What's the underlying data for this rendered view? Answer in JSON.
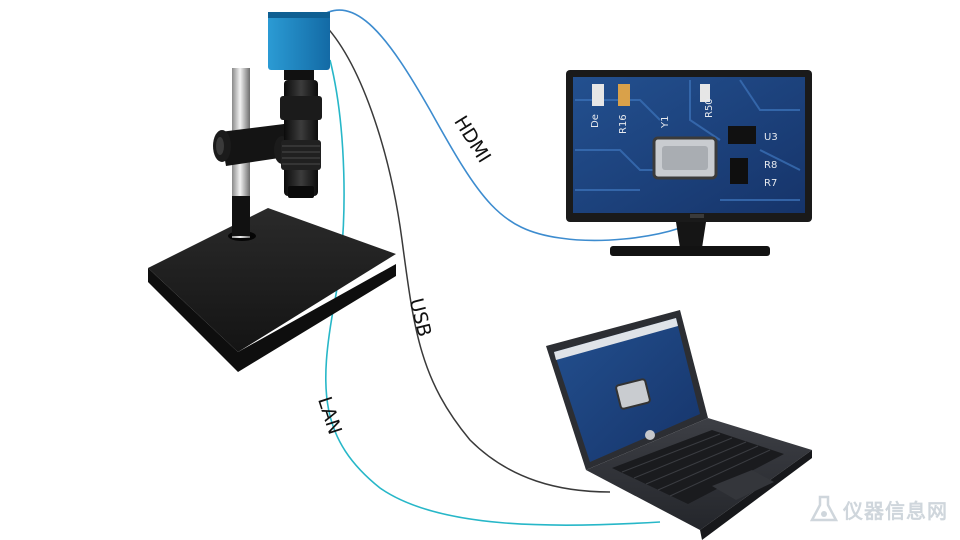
{
  "cables": {
    "hdmi": "HDMI",
    "usb": "USB",
    "lan": "LAN"
  },
  "monitor_screen": {
    "labels": [
      "De",
      "R16",
      "Y1",
      "R50",
      "U3",
      "R8",
      "R7"
    ]
  },
  "watermark": {
    "text": "仪器信息网",
    "icon": "flask-icon"
  },
  "colors": {
    "camera_blue": "#1e8ac6",
    "cable_blue": "#3d8ccf",
    "cable_teal": "#27b7c8",
    "cable_dark": "#3a3a3a",
    "pcb_blue": "#1d3f7a",
    "stand_black": "#1a1a1a"
  }
}
